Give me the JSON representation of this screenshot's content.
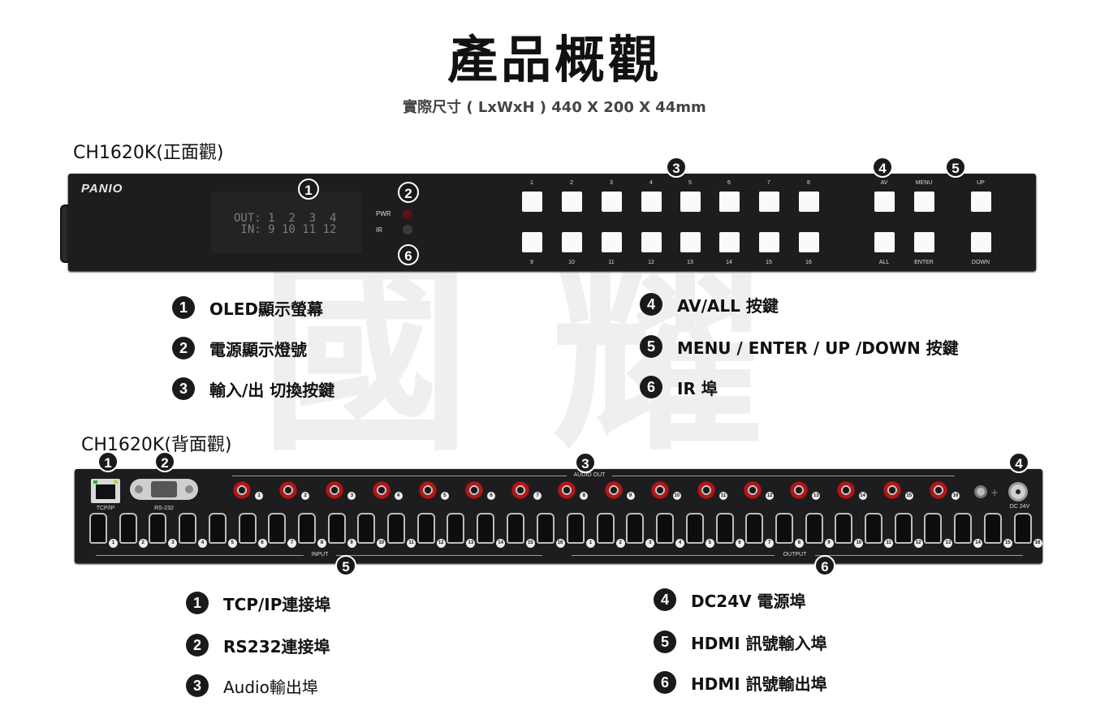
{
  "title": "產品概觀",
  "subtitle": "實際尺寸 ( LxWxH ) 440 X 200 X 44mm",
  "watermark_chars": [
    "國",
    "耀"
  ],
  "front": {
    "label": "CH1620K(正面觀)",
    "brand": "PANIO",
    "oled": {
      "out_line": "OUT: 1  2  3  4",
      "in_line": " IN: 9 10 11 12"
    },
    "led_labels": [
      "PWR",
      "IR"
    ],
    "top_keys": [
      "1",
      "2",
      "3",
      "4",
      "5",
      "6",
      "7",
      "8"
    ],
    "bottom_keys": [
      "9",
      "10",
      "11",
      "12",
      "13",
      "14",
      "15",
      "16"
    ],
    "func_top": [
      "AV",
      "MENU",
      "UP"
    ],
    "func_bottom": [
      "ALL",
      "ENTER",
      "DOWN"
    ],
    "callouts": [
      "1",
      "2",
      "3",
      "4",
      "5",
      "6"
    ],
    "legend_left": [
      {
        "num": "1",
        "text": "OLED顯示螢幕"
      },
      {
        "num": "2",
        "text": "電源顯示燈號"
      },
      {
        "num": "3",
        "text": "輸入/出 切換按鍵"
      }
    ],
    "legend_right": [
      {
        "num": "4",
        "text": "AV/ALL 按鍵"
      },
      {
        "num": "5",
        "text": "MENU / ENTER / UP /DOWN 按鍵"
      },
      {
        "num": "6",
        "text": "IR 埠"
      }
    ]
  },
  "rear": {
    "label": "CH1620K(背面觀)",
    "port_labels": {
      "tcpip": "TCP/IP",
      "rs232": "RS-232",
      "audio_out": "AUDIO OUT",
      "dc": "DC 24V",
      "input": "INPUT",
      "output": "OUTPUT"
    },
    "audio_nums": [
      "1",
      "2",
      "3",
      "4",
      "5",
      "6",
      "7",
      "8",
      "9",
      "10",
      "11",
      "12",
      "13",
      "14",
      "15",
      "16"
    ],
    "input_nums": [
      "1",
      "2",
      "3",
      "4",
      "5",
      "6",
      "7",
      "8",
      "9",
      "10",
      "11",
      "12",
      "13",
      "14",
      "15",
      "16"
    ],
    "output_nums": [
      "1",
      "2",
      "3",
      "4",
      "5",
      "6",
      "7",
      "8",
      "9",
      "10",
      "11",
      "12",
      "13",
      "14",
      "15",
      "16"
    ],
    "callouts": [
      "1",
      "2",
      "3",
      "4",
      "5",
      "6"
    ],
    "legend_left": [
      {
        "num": "1",
        "text": "TCP/IP連接埠"
      },
      {
        "num": "2",
        "text": "RS232連接埠"
      },
      {
        "num": "3",
        "text": "Audio輸出埠"
      }
    ],
    "legend_right": [
      {
        "num": "4",
        "text": "DC24V 電源埠"
      },
      {
        "num": "5",
        "text": "HDMI 訊號輸入埠"
      },
      {
        "num": "6",
        "text": "HDMI 訊號輸出埠"
      }
    ]
  },
  "colors": {
    "panel": "#1d1d1f",
    "rca_red": "#b01818",
    "badge": "#1a1a1a"
  }
}
